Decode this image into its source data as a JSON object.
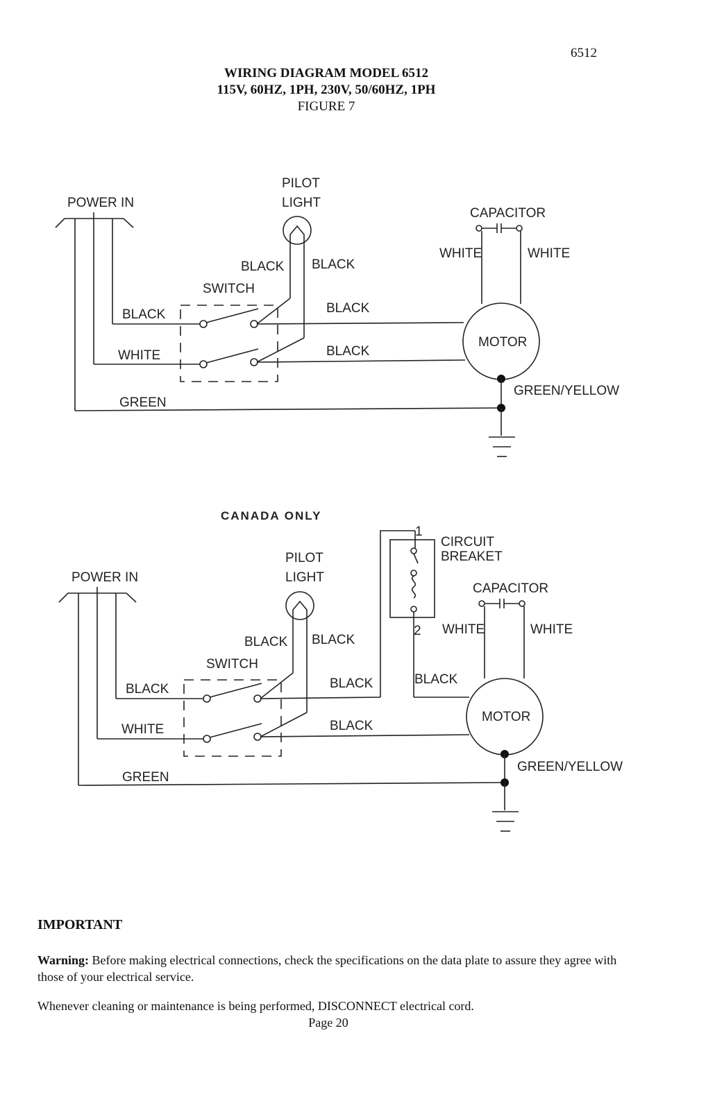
{
  "page_number": "6512",
  "title": {
    "line1": "WIRING DIAGRAM MODEL 6512",
    "line2": "115V, 60HZ, 1PH,  230V, 50/60HZ, 1PH",
    "line3": "FIGURE 7"
  },
  "diagram1": {
    "power_in": "POWER IN",
    "pilot": "PILOT",
    "light": "LIGHT",
    "capacitor": "CAPACITOR",
    "switch": "SWITCH",
    "motor": "MOTOR",
    "black": "BLACK",
    "white": "WHITE",
    "green": "GREEN",
    "green_yellow": "GREEN/YELLOW"
  },
  "diagram2": {
    "heading": "CANADA ONLY",
    "power_in": "POWER IN",
    "pilot": "PILOT",
    "light": "LIGHT",
    "capacitor": "CAPACITOR",
    "circuit": "CIRCUIT",
    "breaker": "BREAKET",
    "terminal_1": "1",
    "terminal_2": "2",
    "switch": "SWITCH",
    "motor": "MOTOR",
    "black": "BLACK",
    "white": "WHITE",
    "green": "GREEN",
    "green_yellow": "GREEN/YELLOW"
  },
  "notes": {
    "important": "IMPORTANT",
    "warning_label": "Warning:",
    "warning_text": " Before making electrical connections, check the specifications on the data plate to assure they agree with those of your electrical service.",
    "disconnect": "Whenever cleaning or maintenance is being performed, DISCONNECT electrical cord.",
    "page": "Page 20"
  }
}
